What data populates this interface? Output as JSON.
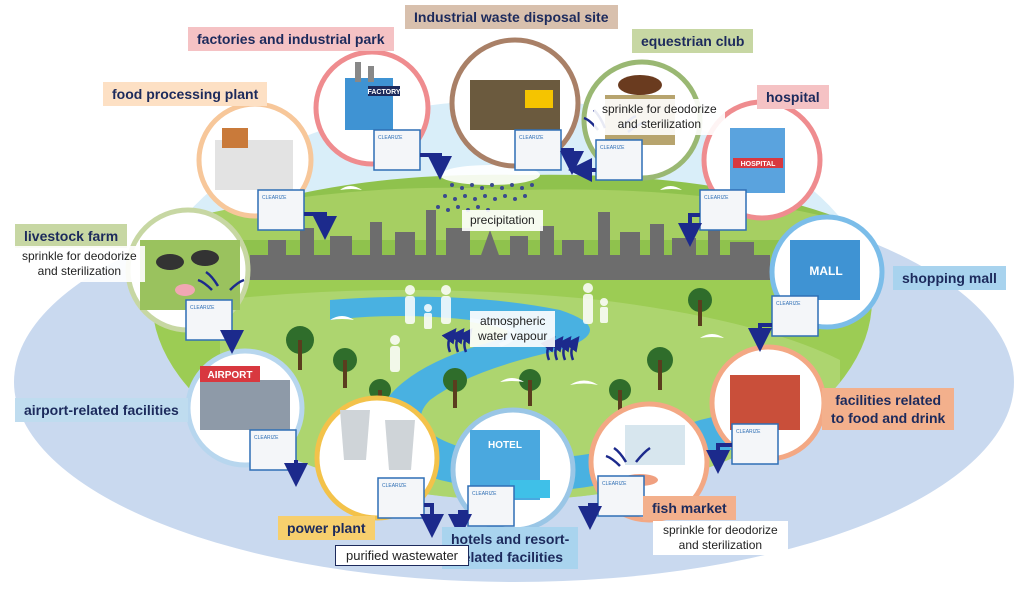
{
  "labels": {
    "industrial_waste": "Industrial waste disposal site",
    "factories": "factories and industrial park",
    "equestrian": "equestrian club",
    "food_processing": "food processing plant",
    "hospital": "hospital",
    "livestock": "livestock farm",
    "shopping_mall": "shopping mall",
    "airport": "airport-related facilities",
    "food_drink_line1": "facilities related",
    "food_drink_line2": "to food and drink",
    "power_plant": "power plant",
    "hotels_line1": "hotels and resort-",
    "hotels_line2": "related facilities",
    "fish_market": "fish market"
  },
  "notes": {
    "sprinkle_line1": "sprinkle for deodorize",
    "sprinkle_line2": "and sterilization",
    "precipitation": "precipitation",
    "vapour_line1": "atmospheric",
    "vapour_line2": "water vapour",
    "purified": "purified wastewater"
  },
  "building_signs": {
    "factory": "FACTORY",
    "hospital": "HOSPITAL",
    "mall": "MALL",
    "airport": "AIRPORT",
    "hotel": "HOTEL"
  },
  "device_brand": "CLEARIZE",
  "colors": {
    "ellipse": "#c9d9ef",
    "sky": "#d6ecf8",
    "grass": "#8ec24a",
    "river": "#4eb3e3",
    "city": "#6f6f6f",
    "arrow": "#1c2a8c",
    "label_text": "#1c2a5c"
  }
}
